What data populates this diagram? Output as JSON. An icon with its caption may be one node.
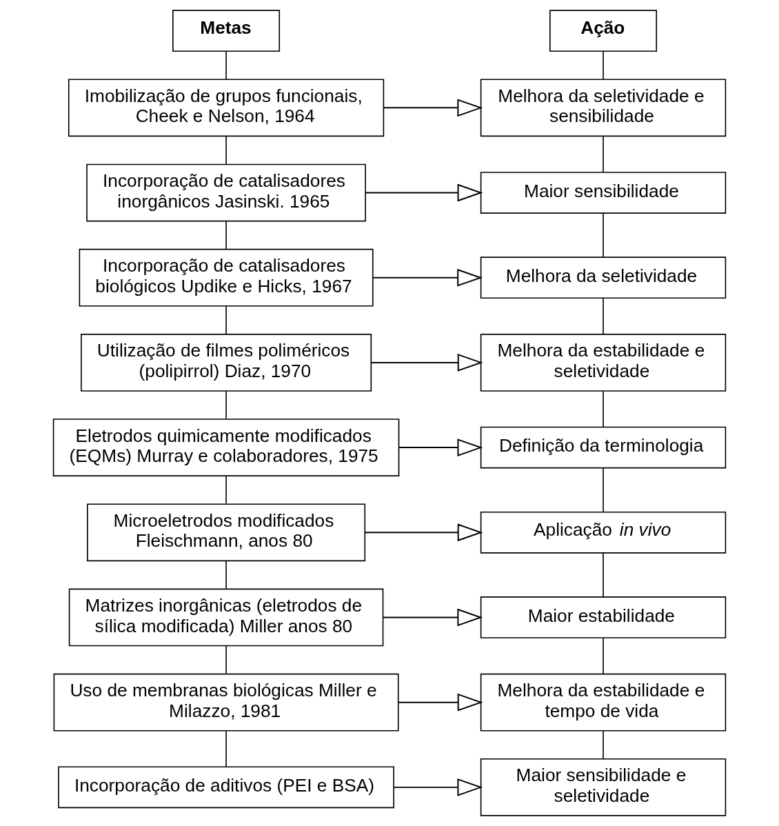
{
  "diagram": {
    "nodes": [
      {
        "text": [
          "Metas"
        ]
      },
      {
        "text": [
          "Ação"
        ]
      },
      {
        "text": [
          "Imobilização de grupos funcionais, Cheek e Nelson, 1964"
        ]
      },
      {
        "text": [
          "Melhora da seletividade e sensibilidade"
        ]
      },
      {
        "text": [
          "Incorporação de catalisadores inorgânicos Jasinski. 1965"
        ]
      },
      {
        "text": [
          "Maior sensibilidade"
        ]
      },
      {
        "text": [
          "Incorporação de catalisadores biológicos Updike e Hicks, 1967"
        ]
      },
      {
        "text": [
          "Melhora da seletividade"
        ]
      },
      {
        "text": [
          "Utilização de filmes poliméricos (polipirrol) Diaz, 1970"
        ]
      },
      {
        "text": [
          "Melhora da estabilidade e seletividade"
        ]
      },
      {
        "text": [
          "Eletrodos quimicamente modificados (EQMs) Murray e colaboradores, 1975"
        ]
      },
      {
        "text": [
          "Definição da terminologia"
        ]
      },
      {
        "text": [
          "Microeletrodos modificados Fleischmann, anos 80"
        ]
      },
      {
        "text": [
          "Aplicação *in vivo*"
        ]
      },
      {
        "text": [
          "Matrizes inorgânicas (eletrodos de sílica modificada) Miller anos 80"
        ]
      },
      {
        "text": [
          "Maior estabilidade"
        ]
      },
      {
        "text": [
          "Uso de membranas biológicas Miller e Milazzo, 1981"
        ]
      },
      {
        "text": [
          "Melhora da estabilidade e tempo de vida"
        ]
      },
      {
        "text": [
          "Incorporação de aditivos (PEI e BSA)"
        ]
      },
      {
        "text": [
          "Maior sensibilidade e seletividade"
        ]
      }
    ],
    "edges": [
      {
        "from": 0,
        "to": 2,
        "arrow": "none"
      },
      {
        "from": 2,
        "to": 4,
        "arrow": "none"
      },
      {
        "from": 4,
        "to": 6,
        "arrow": "none"
      },
      {
        "from": 6,
        "to": 8,
        "arrow": "none"
      },
      {
        "from": 8,
        "to": 10,
        "arrow": "none"
      },
      {
        "from": 10,
        "to": 12,
        "arrow": "none"
      },
      {
        "from": 12,
        "to": 14,
        "arrow": "none"
      },
      {
        "from": 14,
        "to": 16,
        "arrow": "none"
      },
      {
        "from": 16,
        "to": 18,
        "arrow": "none"
      },
      {
        "from": 1,
        "to": 3,
        "arrow": "none"
      },
      {
        "from": 3,
        "to": 5,
        "arrow": "none"
      },
      {
        "from": 5,
        "to": 7,
        "arrow": "none"
      },
      {
        "from": 7,
        "to": 9,
        "arrow": "none"
      },
      {
        "from": 9,
        "to": 11,
        "arrow": "none"
      },
      {
        "from": 11,
        "to": 13,
        "arrow": "none"
      },
      {
        "from": 13,
        "to": 15,
        "arrow": "none"
      },
      {
        "from": 15,
        "to": 17,
        "arrow": "none"
      },
      {
        "from": 17,
        "to": 19,
        "arrow": "none"
      },
      {
        "from": 2,
        "to": 3,
        "arrow": "to"
      },
      {
        "from": 4,
        "to": 5,
        "arrow": "to"
      },
      {
        "from": 6,
        "to": 7,
        "arrow": "to"
      },
      {
        "from": 8,
        "to": 9,
        "arrow": "to"
      },
      {
        "from": 10,
        "to": 11,
        "arrow": "to"
      },
      {
        "from": 12,
        "to": 13,
        "arrow": "to"
      },
      {
        "from": 14,
        "to": 15,
        "arrow": "to"
      },
      {
        "from": 16,
        "to": 17,
        "arrow": "to"
      },
      {
        "from": 18,
        "to": 19,
        "arrow": "to"
      }
    ]
  }
}
